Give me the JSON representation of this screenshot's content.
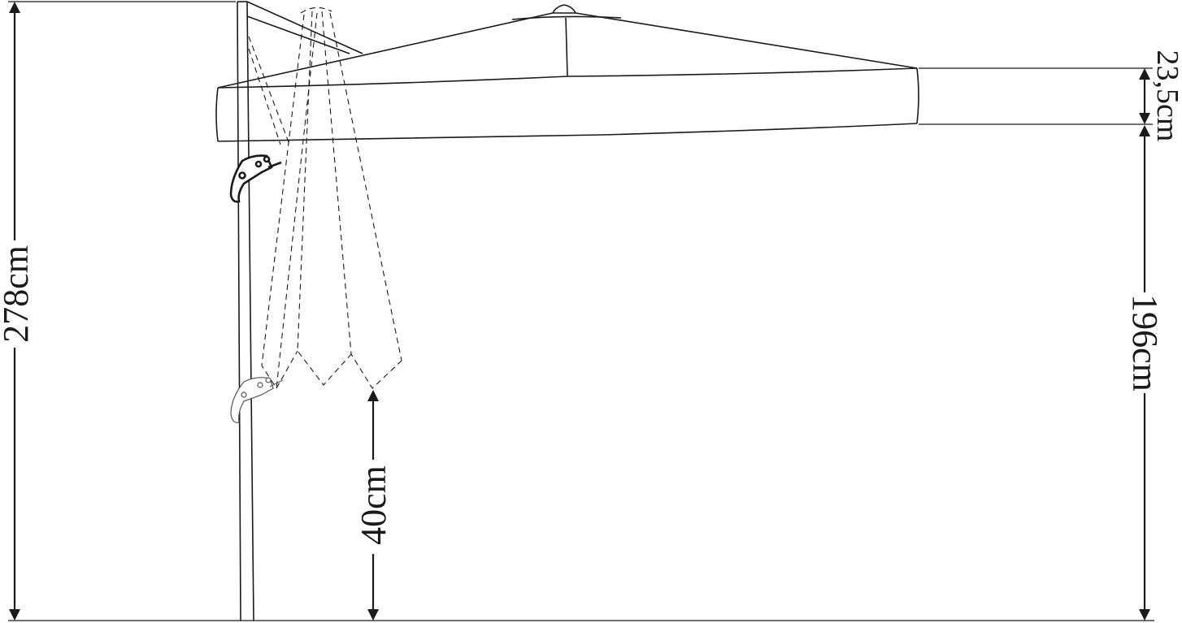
{
  "dimensions": {
    "total_height": {
      "label": "278cm"
    },
    "canopy_thickness": {
      "label": "23,5cm"
    },
    "clearance_height": {
      "label": "196cm"
    },
    "folded_clearance": {
      "label": "40cm"
    }
  },
  "colors": {
    "stroke": "#1a1a1a",
    "background": "#ffffff"
  }
}
